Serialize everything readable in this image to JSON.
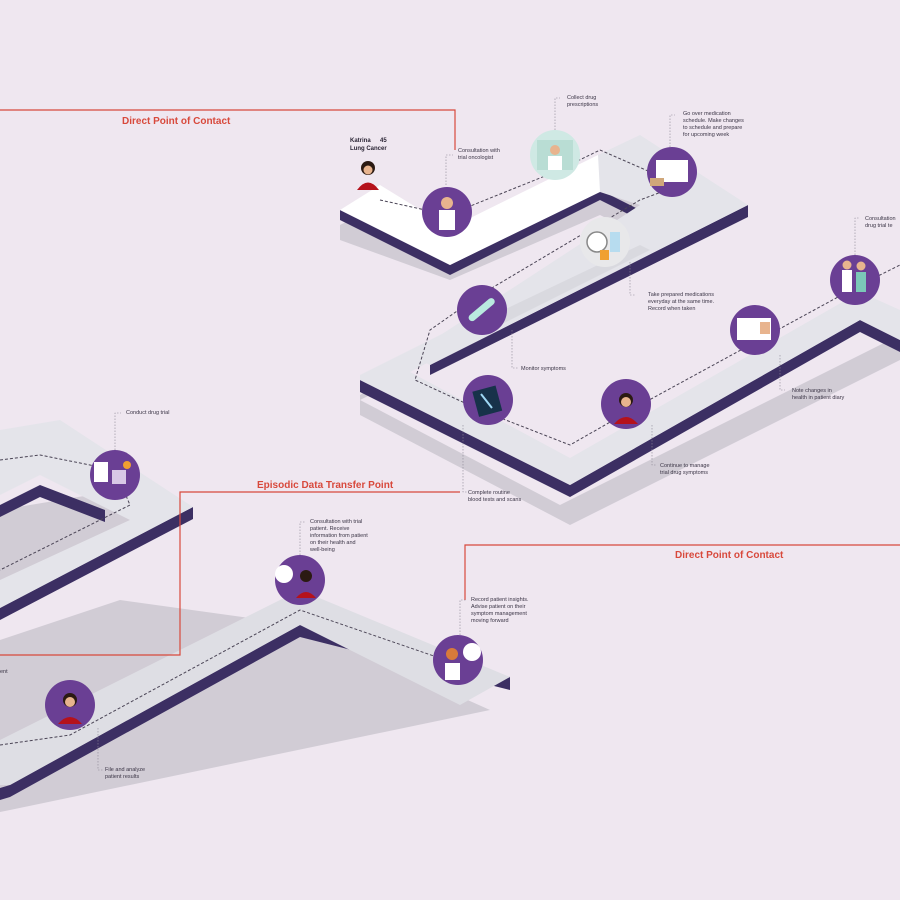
{
  "headers": {
    "contact_top": "Direct Point of Contact",
    "data_transfer": "Episodic Data Transfer Point",
    "contact_bottom": "Direct Point of Contact"
  },
  "patient": {
    "name": "Katrina",
    "age": "45",
    "condition": "Lung Cancer"
  },
  "steps": {
    "consult_oncologist": "Consultation with\ntrial oncologist",
    "collect_prescriptions": "Collect drug\nprescriptions",
    "medication_schedule": "Go over medication\nschedule. Make changes\nto schedule and prepare\nfor upcoming week",
    "take_medications": "Take prepared medications\neveryday at the same time.\nRecord when taken",
    "monitor_symptoms": "Monitor symptoms",
    "blood_tests": "Complete routine\nblood tests and scans",
    "manage_symptoms": "Continue to manage\ntrial drug symptoms",
    "note_changes": "Note changes in\nhealth in patient diary",
    "consult_trial_team": "Consultation\ndrug trial te",
    "conduct_trial": "Conduct drug trial",
    "consult_patient": "Consultation with trial\npatient. Receive\ninformation from patient\non their health and\nwell-being",
    "record_insights": "Record patient insights.\nAdvise patient on their\nsymptom management\nmoving forward",
    "file_results": "File and analyze\npatient results",
    "partial_left": "ent"
  },
  "colors": {
    "background": "#efe7f0",
    "path_top": "#e2e3e8",
    "path_side": "#3c2f63",
    "path_shadow": "#c9c5ce",
    "icon_circle": "#6a3f94",
    "connector": "#d8493c",
    "text": "#3b3546"
  }
}
